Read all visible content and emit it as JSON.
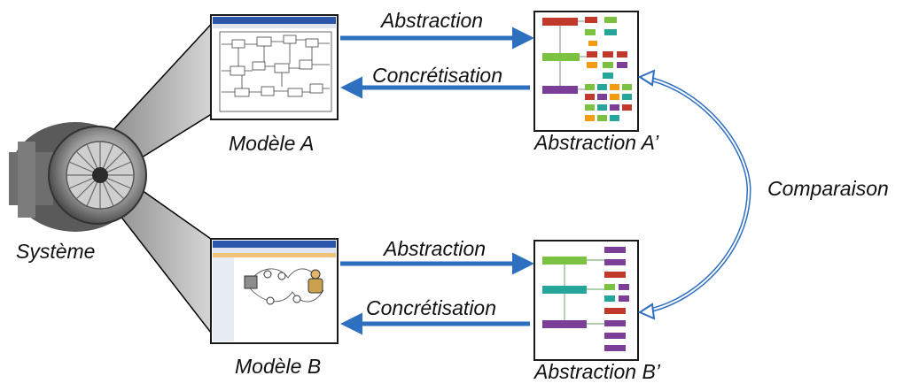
{
  "labels": {
    "system": "Système",
    "model_a": "Modèle A",
    "model_b": "Modèle B",
    "abstraction_a_prime": "Abstraction A’",
    "abstraction_b_prime": "Abstraction B’",
    "arrow_abstraction_top": "Abstraction",
    "arrow_concretisation_top": "Concrétisation",
    "arrow_abstraction_bottom": "Abstraction",
    "arrow_concretisation_bottom": "Concrétisation",
    "comparison": "Comparaison"
  },
  "colors": {
    "arrow_blue": "#2E6FC0",
    "thumb_border": "#1a1a1a",
    "cone_gray": "#bdbdbd",
    "flow_red": "#c0392b",
    "flow_green": "#7cc242",
    "flow_purple": "#7b3f98",
    "flow_orange": "#f39c12",
    "flow_teal": "#26a69a"
  },
  "icons": {
    "system": "jet-engine-icon",
    "model_a": "block-diagram-screenshot-icon",
    "model_b": "process-model-screenshot-icon",
    "abstraction_a": "flowchart-icon",
    "abstraction_b": "flowchart-icon"
  }
}
